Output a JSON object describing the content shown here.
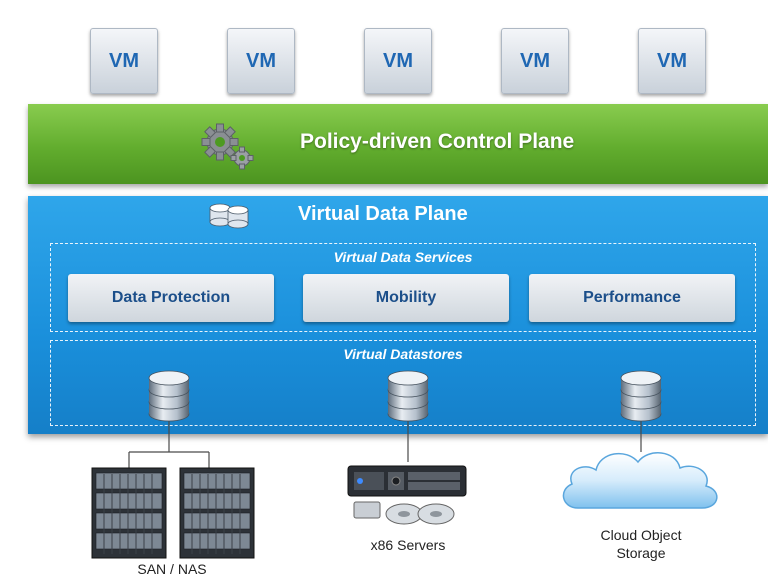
{
  "vms": [
    {
      "label": "VM"
    },
    {
      "label": "VM"
    },
    {
      "label": "VM"
    },
    {
      "label": "VM"
    },
    {
      "label": "VM"
    }
  ],
  "control_plane": {
    "title": "Policy-driven Control Plane",
    "icon": "gears-icon"
  },
  "data_plane": {
    "title": "Virtual Data Plane",
    "icon": "database-stack-icon",
    "services": {
      "title": "Virtual Data Services",
      "items": [
        {
          "label": "Data Protection"
        },
        {
          "label": "Mobility"
        },
        {
          "label": "Performance"
        }
      ]
    },
    "datastores": {
      "title": "Virtual Datastores"
    }
  },
  "storage": [
    {
      "label": "SAN / NAS",
      "icon": "server-rack-icon"
    },
    {
      "label": "x86 Servers",
      "icon": "x86-server-icon"
    },
    {
      "label_line1": "Cloud Object",
      "label_line2": "Storage",
      "icon": "cloud-icon"
    }
  ],
  "colors": {
    "green": "#62ad2e",
    "blue": "#1a8fdb",
    "vm_text": "#1f67b3",
    "service_text": "#1c4f8a"
  }
}
